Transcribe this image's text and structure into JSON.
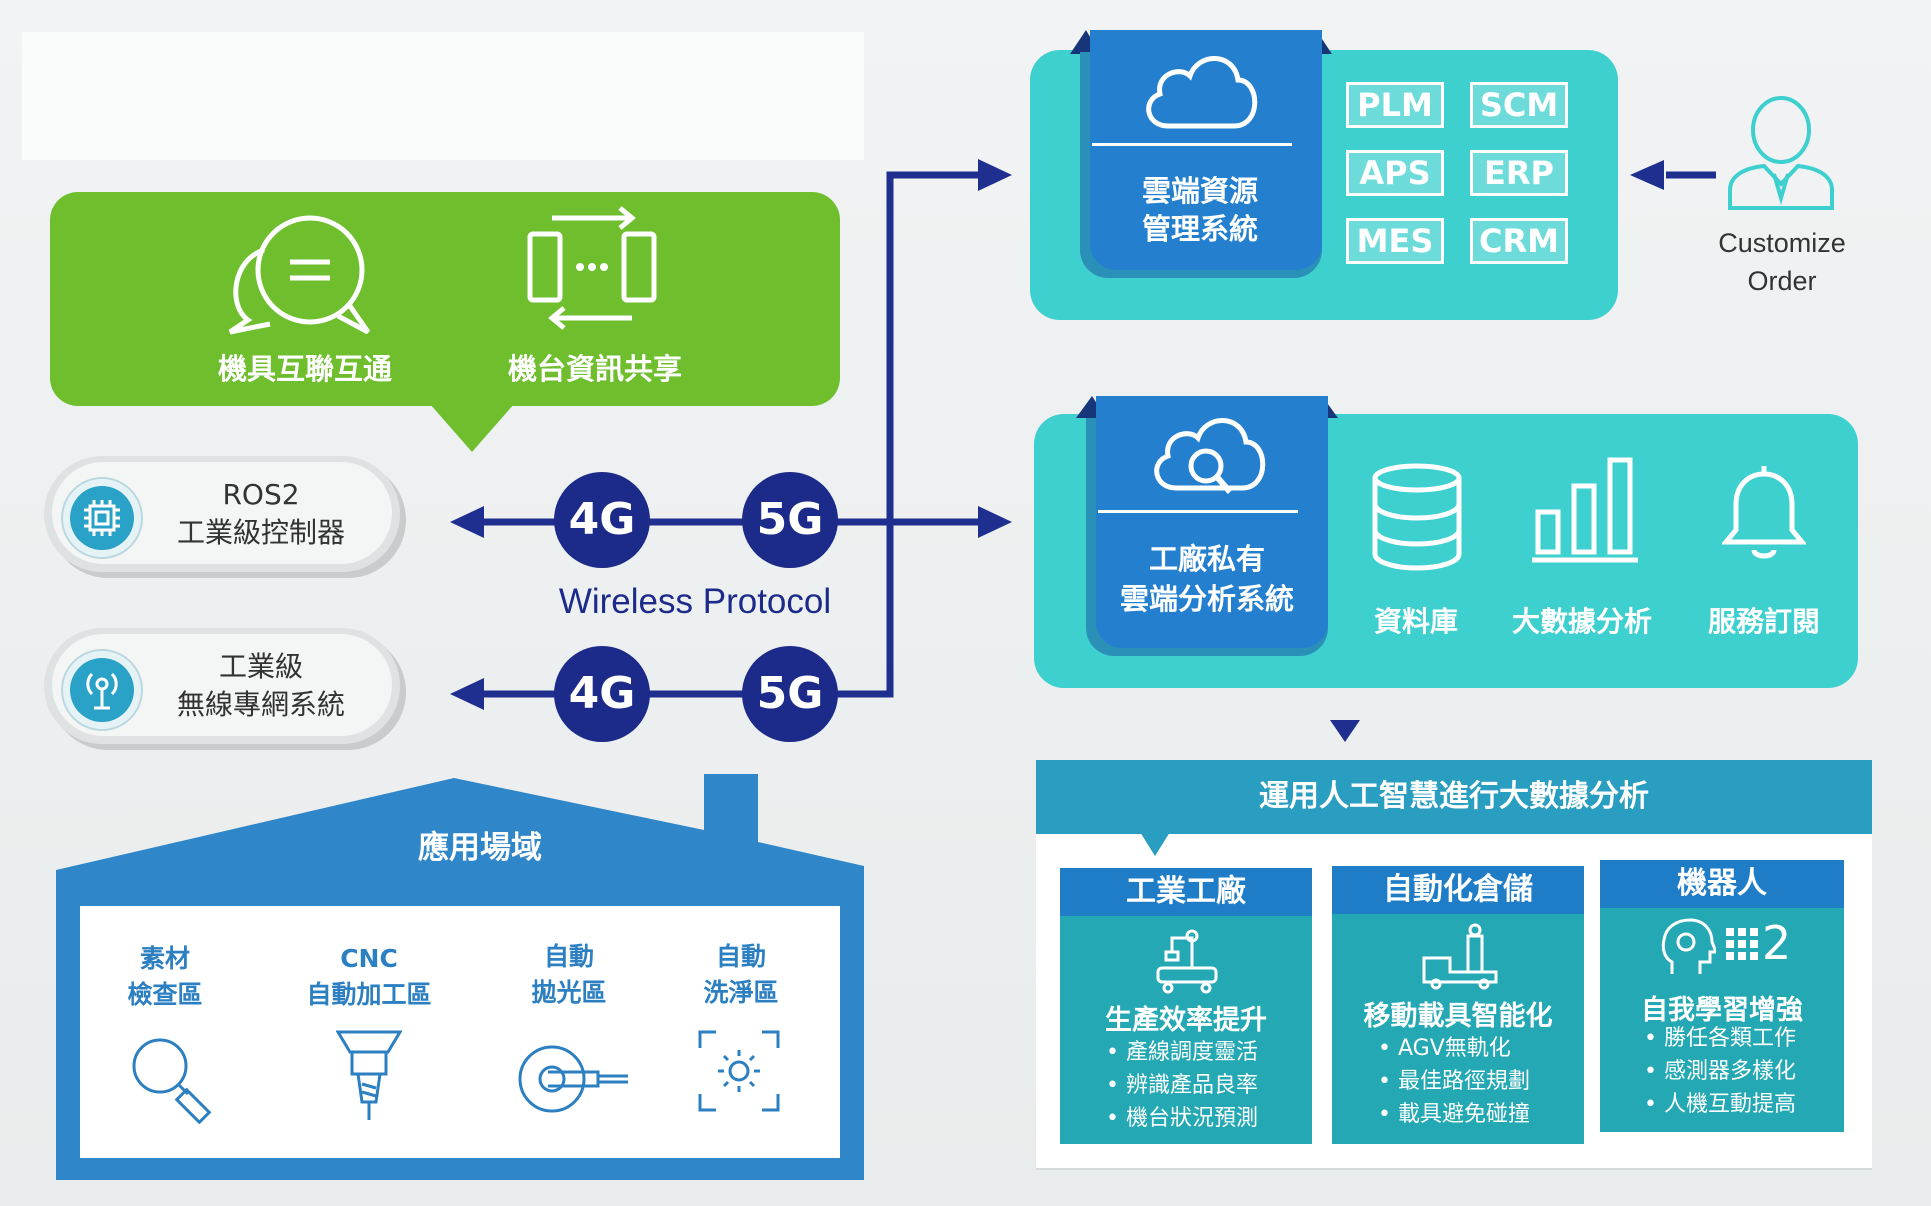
{
  "green_panel": {
    "item1_label": "機具互聯互通",
    "item2_label": "機台資訊共享"
  },
  "controllers": {
    "ros2_line1": "ROS2",
    "ros2_line2": "工業級控制器",
    "wireless_line1": "工業級",
    "wireless_line2": "無線專網系統"
  },
  "protocol": {
    "badge_4g": "4G",
    "badge_5g": "5G",
    "label": "Wireless Protocol"
  },
  "cloud_erp": {
    "title_line1": "雲端資源",
    "title_line2": "管理系統",
    "tags": [
      "PLM",
      "SCM",
      "APS",
      "ERP",
      "MES",
      "CRM"
    ]
  },
  "customize": {
    "line1": "Customize",
    "line2": "Order"
  },
  "private_cloud": {
    "title_line1": "工廠私有",
    "title_line2": "雲端分析系統",
    "features": [
      "資料庫",
      "大數據分析",
      "服務訂閱"
    ]
  },
  "ai": {
    "title": "運用人工智慧進行大數據分析",
    "cards": [
      {
        "head": "工業工廠",
        "sub": "生產效率提升",
        "bullets": [
          "產線調度靈活",
          "辨識產品良率",
          "機台狀況預測"
        ]
      },
      {
        "head": "自動化倉儲",
        "sub": "移動載具智能化",
        "bullets": [
          "AGV無軌化",
          "最佳路徑規劃",
          "載具避免碰撞"
        ]
      },
      {
        "head": "機器人",
        "sub": "自我學習增強",
        "bullets": [
          "勝任各類工作",
          "感測器多樣化",
          "人機互動提高"
        ],
        "icon_text": "2"
      }
    ]
  },
  "field": {
    "title": "應用場域",
    "zones": [
      {
        "line1": "素材",
        "line2": "檢查區"
      },
      {
        "line1": "CNC",
        "line2": "自動加工區"
      },
      {
        "line1": "自動",
        "line2": "拋光區"
      },
      {
        "line1": "自動",
        "line2": "洗淨區"
      }
    ]
  },
  "colors": {
    "green": "#6fbe2e",
    "teal": "#3ecfcf",
    "blue": "#1f7dc7",
    "navy": "#1c2a8a",
    "field_blue": "#2f86c8"
  }
}
